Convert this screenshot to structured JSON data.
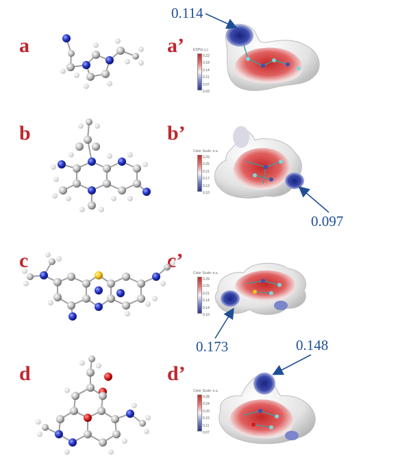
{
  "panels": [
    {
      "letter": "a",
      "prime": "a’"
    },
    {
      "letter": "b",
      "prime": "b’"
    },
    {
      "letter": "c",
      "prime": "c’"
    },
    {
      "letter": "d",
      "prime": "d’"
    }
  ],
  "annotations": [
    "0.114",
    "0.097",
    "0.173",
    "0.148"
  ],
  "scales": [
    {
      "title": "ESP(e.u.)",
      "ticks": [
        "0.22",
        "0.18",
        "0.14",
        "0.11",
        "0.07",
        "0.03"
      ]
    },
    {
      "title": "Color Scale: e.u.",
      "ticks": [
        "0.29",
        "0.25",
        "0.21",
        "0.17",
        "0.13",
        "0.10"
      ]
    },
    {
      "title": "Color Scale: e.u.",
      "ticks": [
        "0.29",
        "0.25",
        "0.21",
        "0.14",
        "0.14",
        "0.10"
      ]
    },
    {
      "title": "Color Scale: e.u.",
      "ticks": [
        "0.28",
        "0.24",
        "0.20",
        "0.15",
        "0.11",
        "0.07"
      ]
    }
  ],
  "colors": {
    "label_red": "#c0272d",
    "annotation_blue": "#1f4e96",
    "esp_positive": "#d32f2f",
    "esp_negative": "#1a237e"
  }
}
